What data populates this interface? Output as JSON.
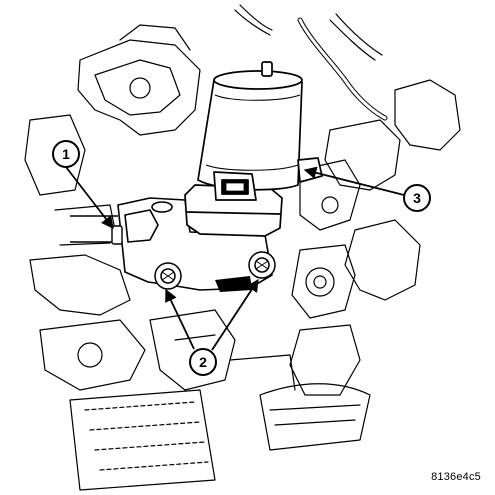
{
  "callouts": [
    {
      "id": "1",
      "label": "1"
    },
    {
      "id": "2",
      "label": "2"
    },
    {
      "id": "3",
      "label": "3"
    }
  ],
  "figure_id": "8136e4c5"
}
